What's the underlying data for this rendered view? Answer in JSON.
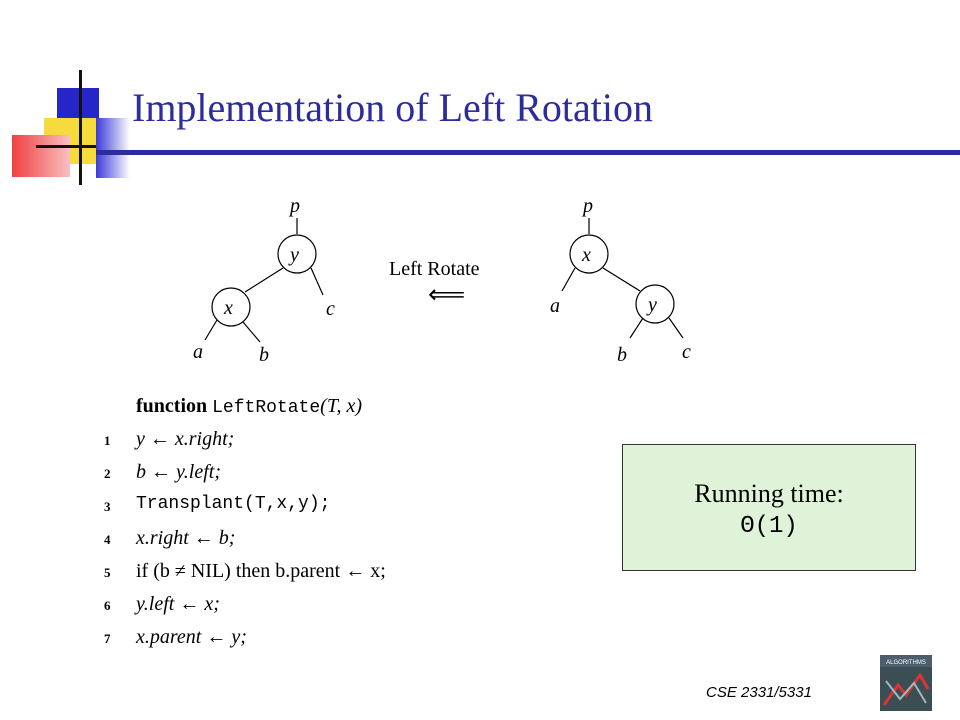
{
  "slide": {
    "title": "Implementation of Left Rotation",
    "footer": "CSE 2331/5331",
    "colors": {
      "title": "#2c2c9e",
      "box_fill": "#dff3d8",
      "deco_blue": "#2525c8",
      "deco_yellow": "#f5dc3c",
      "deco_red": "#f04040"
    }
  },
  "diagram": {
    "left_tree": {
      "parent": "p",
      "root": "y",
      "child": "x",
      "leaves": [
        "a",
        "b",
        "c"
      ]
    },
    "right_tree": {
      "parent": "p",
      "root": "x",
      "child": "y",
      "leaves": [
        "a",
        "b",
        "c"
      ]
    },
    "operation_label": "Left Rotate",
    "arrow": "⟸"
  },
  "code": {
    "header_kw": "function",
    "header_name": "LeftRotate",
    "header_args": "(T, x)",
    "lines": [
      {
        "num": "1",
        "text": "y ← x.right;"
      },
      {
        "num": "2",
        "text": "b ← y.left;"
      },
      {
        "num": "3",
        "text": "Transplant(T,x,y);"
      },
      {
        "num": "4",
        "text": "x.right ← b;"
      },
      {
        "num": "5",
        "text": "if (b ≠ NIL) then b.parent ← x;"
      },
      {
        "num": "6",
        "text": "y.left ← x;"
      },
      {
        "num": "7",
        "text": "x.parent ← y;"
      }
    ]
  },
  "running_time": {
    "label": "Running time:",
    "value": "Θ(1)"
  },
  "logo": {
    "text": "ALGORITHMS",
    "icon": "algorithms-book-icon"
  }
}
